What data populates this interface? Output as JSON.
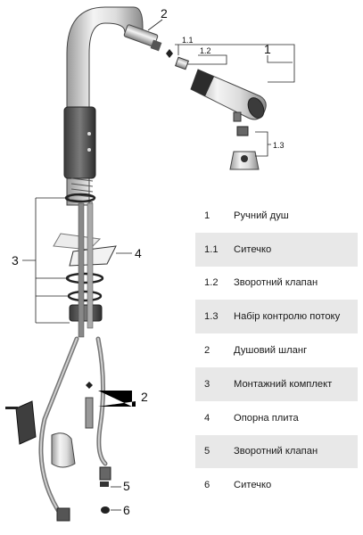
{
  "callouts": {
    "c1": "1",
    "c1_1": "1.1",
    "c1_2": "1.2",
    "c1_3": "1.3",
    "c2_top": "2",
    "c2_side": "2",
    "c3": "3",
    "c4": "4",
    "c5": "5",
    "c6": "6"
  },
  "parts": [
    {
      "num": "1",
      "name": "Ручний душ"
    },
    {
      "num": "1.1",
      "name": "Ситечко"
    },
    {
      "num": "1.2",
      "name": "Зворотний клапан"
    },
    {
      "num": "1.3",
      "name": "Набір контролю потоку"
    },
    {
      "num": "2",
      "name": "Душовий шланг"
    },
    {
      "num": "3",
      "name": "Монтажний комплект"
    },
    {
      "num": "4",
      "name": "Опорна плита"
    },
    {
      "num": "5",
      "name": "Зворотний клапан"
    },
    {
      "num": "6",
      "name": "Ситечко"
    }
  ]
}
